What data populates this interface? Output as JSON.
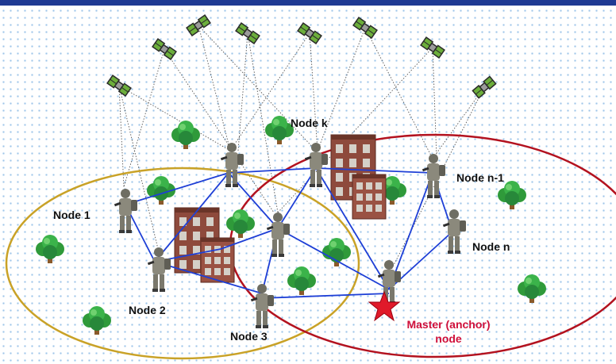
{
  "labels": {
    "node_k": "Node k",
    "node_1": "Node 1",
    "node_2": "Node 2",
    "node_3": "Node 3",
    "node_n_minus_1": "Node n-1",
    "node_n": "Node n",
    "master_line1": "Master (anchor)",
    "master_line2": "node"
  },
  "colors": {
    "topbar": "#1f3a93",
    "link": "#1e3fd6",
    "satellite_line": "#555555",
    "left_region": "#c9a227",
    "right_region": "#b3121f",
    "master": "#e01a2a",
    "master_text": "#d0103a"
  },
  "icons": {
    "satellite": "satellite-icon",
    "soldier": "soldier-icon",
    "tree": "tree-icon",
    "building": "building-icon",
    "star": "star-icon"
  }
}
